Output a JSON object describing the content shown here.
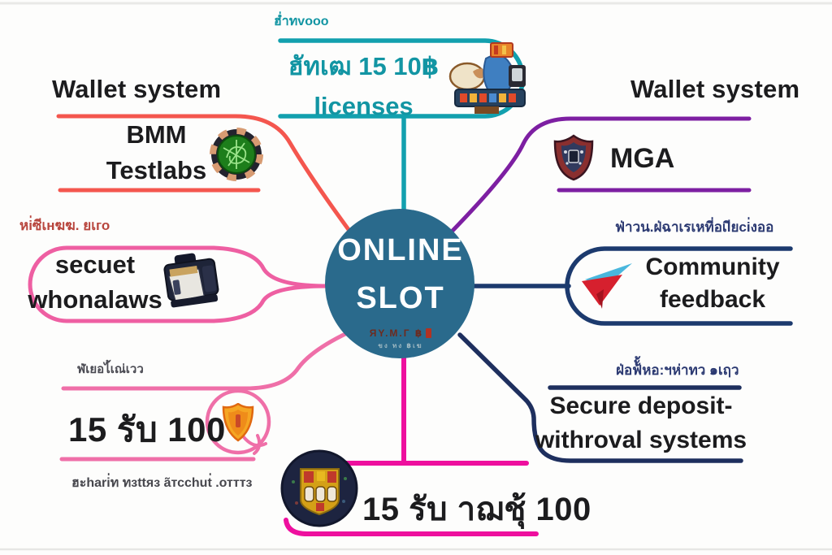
{
  "colors": {
    "teal": "#12a0ae",
    "salmon": "#f4564e",
    "purple": "#7d1fa2",
    "pink": "#ee5fa2",
    "pink_light": "#ef6fa8",
    "magenta": "#ee0f9e",
    "navy": "#1c3a6e",
    "navy_dark": "#1e2f5e",
    "center_circle": "#2a6a8c",
    "ink": "#1c1c1e",
    "red_label": "#b8463e",
    "navy_label": "#2c3a72",
    "gray_label": "#4a4a52"
  },
  "center": {
    "line1": "ONLINE",
    "line2": "SLOT",
    "sub1": "ЯY.M.Г ฿",
    "sub2": "ขง ทง ฿เฆ"
  },
  "branches": {
    "top_left": {
      "title": "Wallet system",
      "line1": "BMM",
      "line2": "Testlabs",
      "icon": "poker-chip-icon"
    },
    "top_center": {
      "label": "ฮ่ำทvooo",
      "line1": "ฮัทเฒ 15 10฿",
      "line2": "licenses",
      "icon": "casino-collage-icon"
    },
    "top_right": {
      "title": "Wallet system",
      "text": "MGA",
      "icon": "mga-shield-icon"
    },
    "mid_left": {
      "label": "หi่ซีเнฆฆ. ยเго",
      "line1": "secuet",
      "line2": "whonalaws",
      "icon": "vintage-machine-icon"
    },
    "mid_right": {
      "label": "ฟ่าวน.ฝ่ฉาเรเหที่อเlียci่งออ",
      "line1": "Community",
      "line2": "feedback",
      "icon": "paper-plane-icon"
    },
    "bottom_left": {
      "label": "ฬ่เยอไ้เณ่เวว",
      "text": "15 รับ 100",
      "icon": "orange-shield-icon"
    },
    "bottom_center": {
      "label": "ฮะhari่ท ทзttяз ãтссhut่ .отттз",
      "text": "15 รับ าฌชุ้ 100",
      "icon": "slot-emblem-icon"
    },
    "bottom_right": {
      "label": "ฝ่อฟ้ั้หอ:ฯห่าทว ๑เฤว",
      "line1": "Secure deposit-",
      "line2": "withroval systems"
    }
  }
}
